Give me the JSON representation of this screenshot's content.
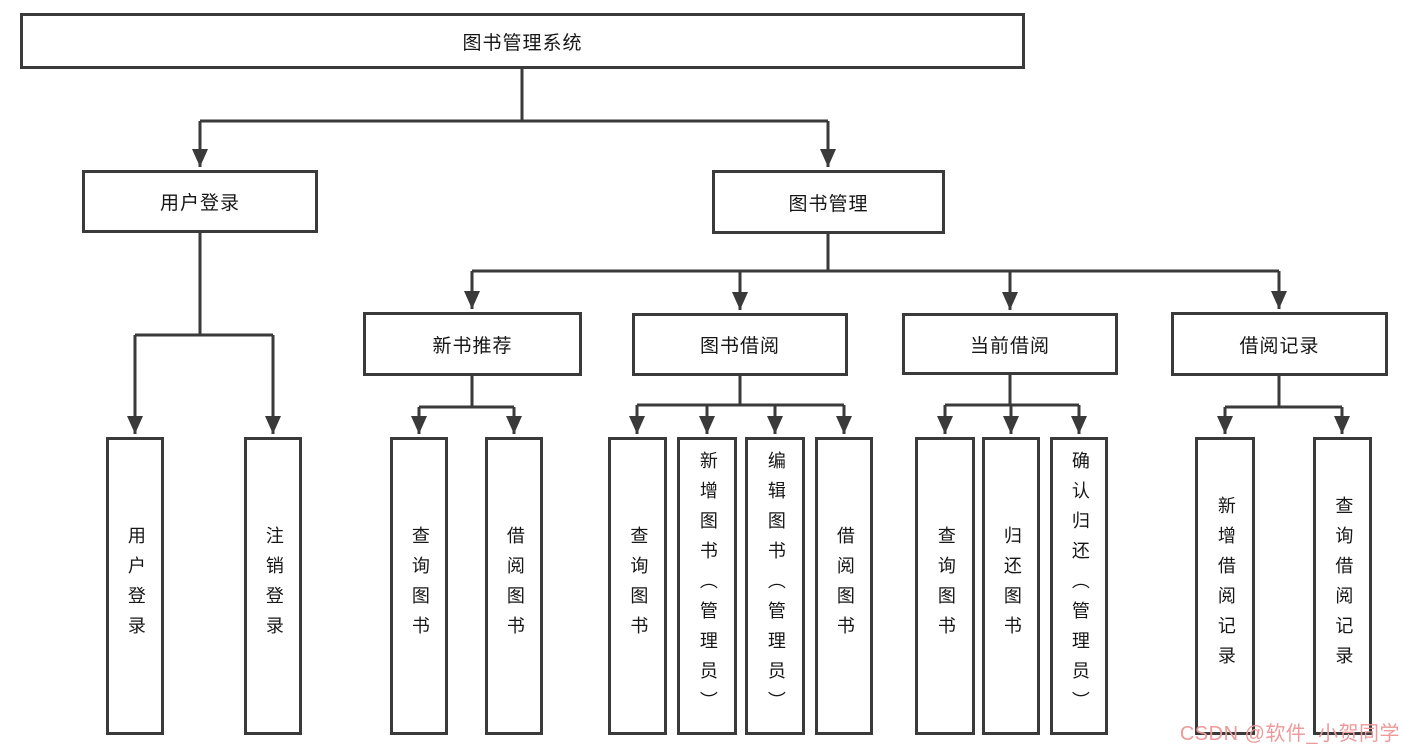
{
  "tree": {
    "label": "图书管理系统",
    "children": [
      {
        "label": "用户登录",
        "children": [
          {
            "label": "用户登录"
          },
          {
            "label": "注销登录"
          }
        ]
      },
      {
        "label": "图书管理",
        "children": [
          {
            "label": "新书推荐",
            "children": [
              {
                "label": "查询图书"
              },
              {
                "label": "借阅图书"
              }
            ]
          },
          {
            "label": "图书借阅",
            "children": [
              {
                "label": "查询图书"
              },
              {
                "label": "新增图书（管理员）"
              },
              {
                "label": "编辑图书（管理员）"
              },
              {
                "label": "借阅图书"
              }
            ]
          },
          {
            "label": "当前借阅",
            "children": [
              {
                "label": "查询图书"
              },
              {
                "label": "归还图书"
              },
              {
                "label": "确认归还（管理员）"
              }
            ]
          },
          {
            "label": "借阅记录",
            "children": [
              {
                "label": "新增借阅记录"
              },
              {
                "label": "查询借阅记录"
              }
            ]
          }
        ]
      }
    ]
  },
  "watermark": {
    "text": "CSDN @软件_小贺同学",
    "color": "#ee9a9a"
  },
  "colors": {
    "background": "#ffffff",
    "line": "#3a3a3a",
    "box_border": "#3a3a3a",
    "text": "#161616"
  }
}
